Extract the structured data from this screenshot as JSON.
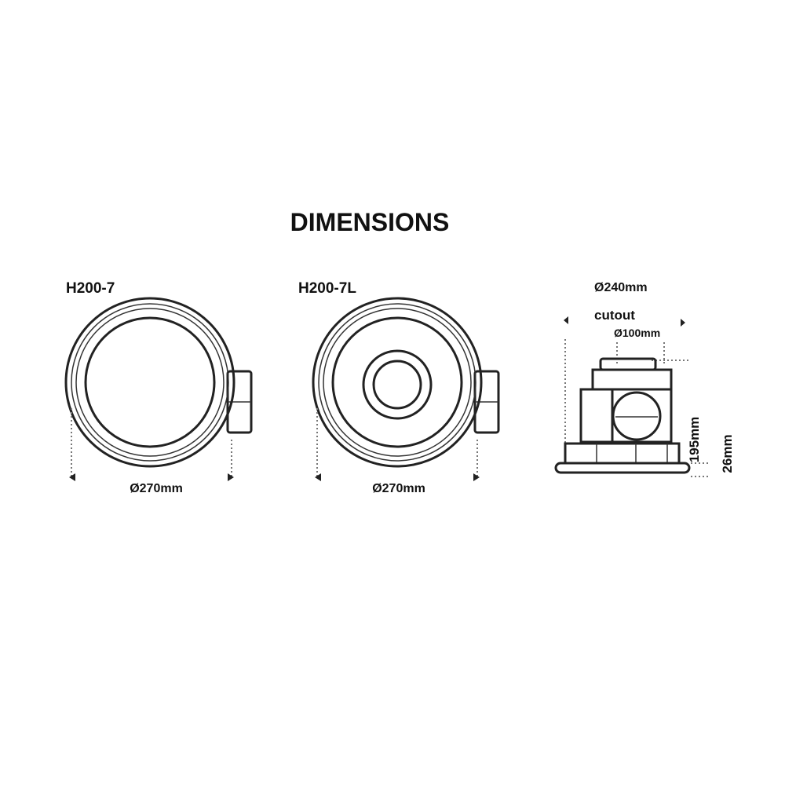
{
  "title": "DIMENSIONS",
  "models": [
    {
      "name": "H200-7",
      "diameter": "Ø270mm"
    },
    {
      "name": "H200-7L",
      "diameter": "Ø270mm"
    }
  ],
  "side_view": {
    "cutout_diameter": "Ø240mm",
    "cutout_label": "cutout",
    "duct_diameter": "Ø100mm",
    "height": "195mm",
    "grille_height": "26mm"
  }
}
